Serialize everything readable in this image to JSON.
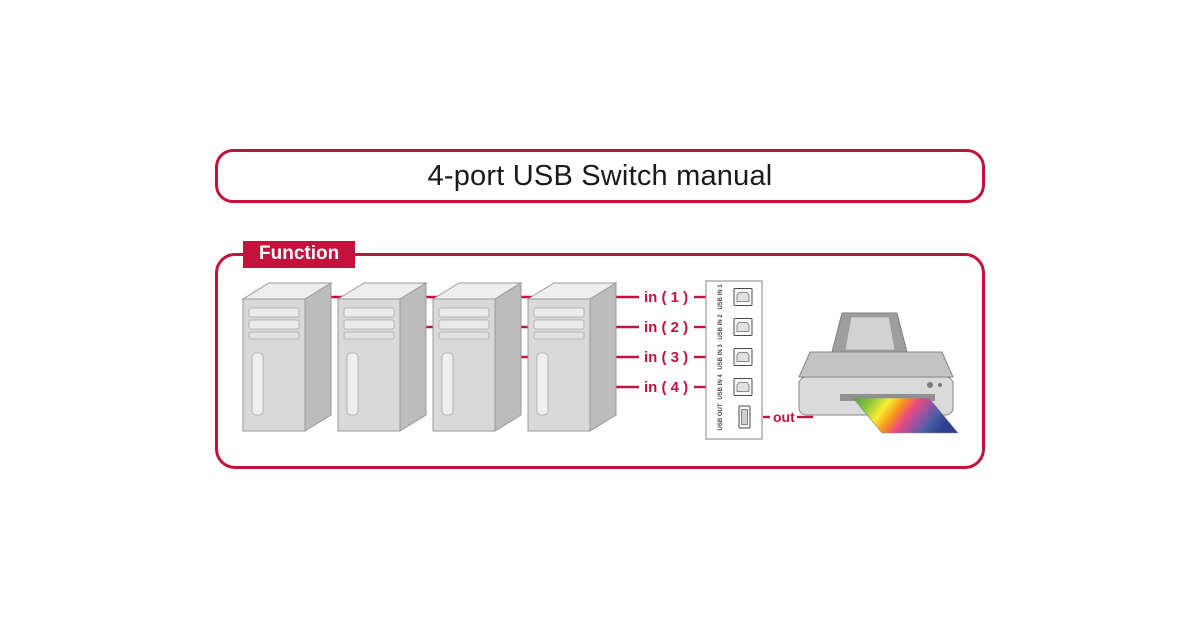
{
  "title": "4-port USB Switch manual",
  "section_label": "Function",
  "colors": {
    "accent": "#c5123c",
    "tower_gray": "#d9d9d9",
    "printer_gray": "#c3c3c3"
  },
  "diagram": {
    "computers": [
      {
        "port_label": "in ( 1 )"
      },
      {
        "port_label": "in ( 2 )"
      },
      {
        "port_label": "in ( 3 )"
      },
      {
        "port_label": "in ( 4 )"
      }
    ],
    "switch": {
      "in_port_labels": [
        "USB IN 1",
        "USB IN 2",
        "USB IN 3",
        "USB IN 4"
      ],
      "out_port_label": "USB OUT"
    },
    "out_label": "out"
  }
}
